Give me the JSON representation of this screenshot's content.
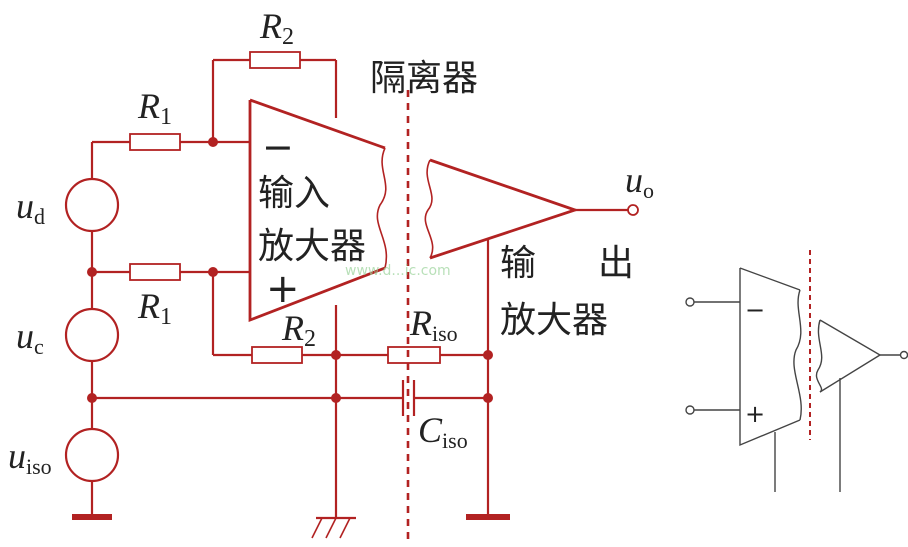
{
  "labels": {
    "R2_top": {
      "main": "R",
      "sub": "2"
    },
    "R1_top": {
      "main": "R",
      "sub": "1"
    },
    "R1_bottom": {
      "main": "R",
      "sub": "1"
    },
    "R2_bottom": {
      "main": "R",
      "sub": "2"
    },
    "Riso": {
      "main": "R",
      "sub": "iso"
    },
    "Ciso": {
      "main": "C",
      "sub": "iso"
    },
    "ud": {
      "main": "u",
      "sub": "d"
    },
    "uc": {
      "main": "u",
      "sub": "c"
    },
    "uiso": {
      "main": "u",
      "sub": "iso"
    },
    "uo": {
      "main": "u",
      "sub": "o"
    },
    "isolator": "隔离器",
    "input_amp_line1": "输入",
    "input_amp_line2": "放大器",
    "output_amp_line1": "输",
    "output_amp_line1b": "出",
    "output_amp_line2": "放大器",
    "minus": "−",
    "plus": "+",
    "watermark": "www.d...ic.com"
  },
  "small_symbol": {
    "minus": "−",
    "plus": "+"
  },
  "colors": {
    "wire": "#b22222",
    "text": "#222222"
  }
}
